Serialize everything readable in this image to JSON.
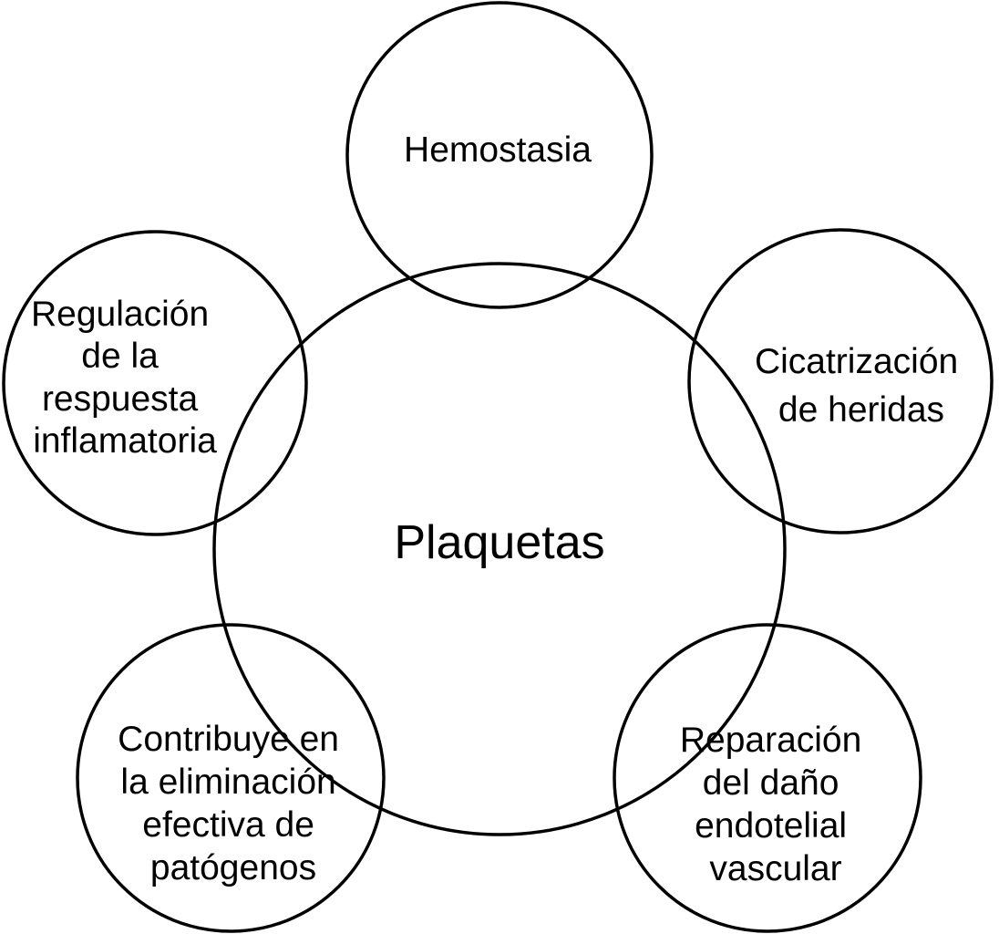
{
  "diagram": {
    "center": {
      "label": "Plaquetas"
    },
    "functions": [
      {
        "id": "hemostasia",
        "lines": [
          "Hemostasia"
        ]
      },
      {
        "id": "cicatrizacion",
        "lines": [
          "Cicatrización",
          "de heridas"
        ]
      },
      {
        "id": "reparacion",
        "lines": [
          "Reparación",
          "del daño",
          "endotelial",
          "vascular"
        ]
      },
      {
        "id": "patogenos",
        "lines": [
          "Contribuye en",
          "la eliminación",
          "efectiva de",
          "patógenos"
        ]
      },
      {
        "id": "inflamacion",
        "lines": [
          "Regulación",
          "de la",
          "respuesta",
          "inflamatoria"
        ]
      }
    ]
  }
}
